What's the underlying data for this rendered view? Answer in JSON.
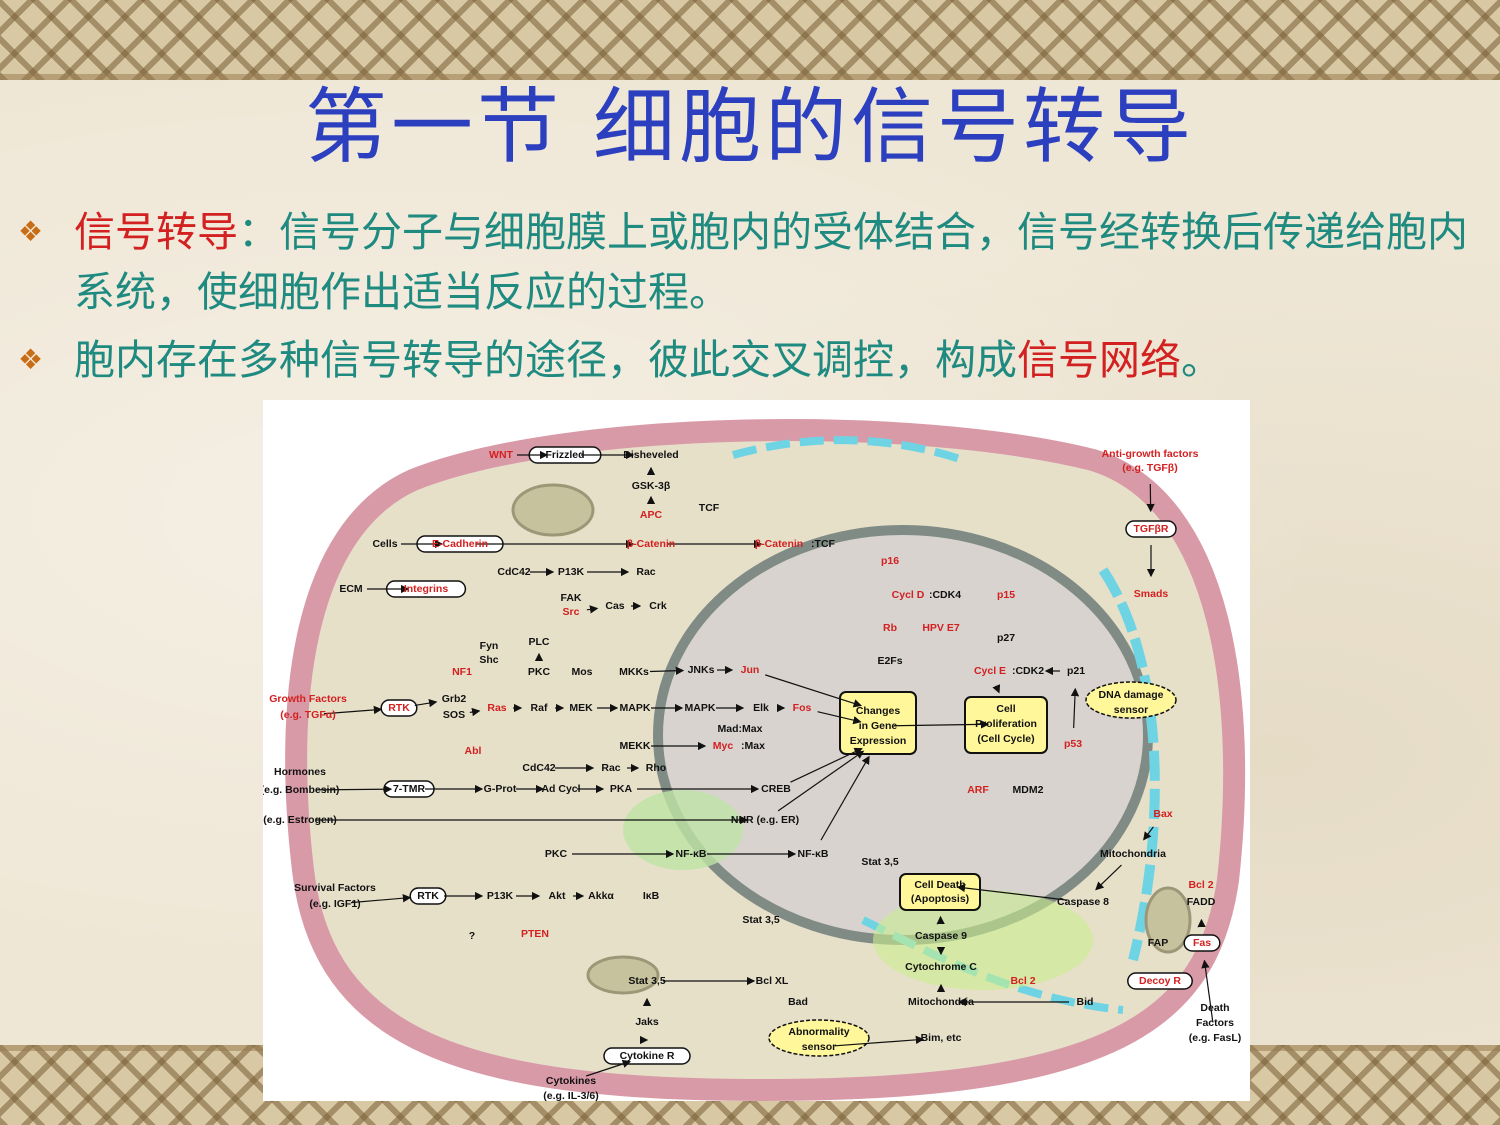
{
  "slide": {
    "title": "第一节  细胞的信号转导",
    "bullet1": {
      "term": "信号转导",
      "rest": "：信号分子与细胞膜上或胞内的受体结合，信号经转换后传递给胞内系统，使细胞作出适当反应的过程。"
    },
    "bullet2": {
      "pre": "胞内存在多种信号转导的途径，彼此交叉调控，构成",
      "highlight": "信号网络",
      "post": "。"
    },
    "bullet_icon": "diamond-bullet-icon"
  },
  "colors": {
    "title": "#2b3fbf",
    "body": "#1f8a80",
    "highlight": "#d32020",
    "bullet": "#c86d15"
  },
  "diagram": {
    "nodes": [
      {
        "id": "wnt",
        "text": "WNT",
        "red": true
      },
      {
        "id": "frizzled",
        "text": "Frizzled",
        "box": "pill"
      },
      {
        "id": "disheveled",
        "text": "Disheveled"
      },
      {
        "id": "gsk3b",
        "text": "GSK-3β"
      },
      {
        "id": "apc",
        "text": "APC",
        "red": true
      },
      {
        "id": "tcf",
        "text": "TCF"
      },
      {
        "id": "cells",
        "text": "Cells"
      },
      {
        "id": "ecadherin",
        "text": "E-Cadherin",
        "red": true,
        "box": "pill"
      },
      {
        "id": "bcatenin",
        "text": "β-Catenin",
        "red": true
      },
      {
        "id": "bcatenintcf_a",
        "text": "β-Catenin",
        "red": true
      },
      {
        "id": "bcatenintcf_b",
        "text": ":TCF"
      },
      {
        "id": "ecm",
        "text": "ECM"
      },
      {
        "id": "integrins",
        "text": "Integrins",
        "red": true,
        "box": "pill"
      },
      {
        "id": "cdc42a",
        "text": "CdC42"
      },
      {
        "id": "p13ka",
        "text": "P13K"
      },
      {
        "id": "raca",
        "text": "Rac"
      },
      {
        "id": "fak",
        "text": "FAK"
      },
      {
        "id": "src",
        "text": "Src",
        "red": true
      },
      {
        "id": "cas",
        "text": "Cas"
      },
      {
        "id": "crk",
        "text": "Crk"
      },
      {
        "id": "fyn",
        "text": "Fyn"
      },
      {
        "id": "shc",
        "text": "Shc"
      },
      {
        "id": "plc",
        "text": "PLC"
      },
      {
        "id": "nf1",
        "text": "NF1",
        "red": true
      },
      {
        "id": "pkca",
        "text": "PKC"
      },
      {
        "id": "mos",
        "text": "Mos"
      },
      {
        "id": "mkks",
        "text": "MKKs"
      },
      {
        "id": "jnks",
        "text": "JNKs"
      },
      {
        "id": "jun",
        "text": "Jun",
        "red": true
      },
      {
        "id": "gf",
        "text": "Growth Factors",
        "red": true
      },
      {
        "id": "gf2",
        "text": "(e.g. TGFα)",
        "red": true
      },
      {
        "id": "rtka",
        "text": "RTK",
        "red": true,
        "box": "pill"
      },
      {
        "id": "grb2",
        "text": "Grb2"
      },
      {
        "id": "sos",
        "text": "SOS"
      },
      {
        "id": "ras",
        "text": "Ras",
        "red": true
      },
      {
        "id": "raf",
        "text": "Raf"
      },
      {
        "id": "mek",
        "text": "MEK"
      },
      {
        "id": "mapk1",
        "text": "MAPK"
      },
      {
        "id": "mapk2",
        "text": "MAPK"
      },
      {
        "id": "elk",
        "text": "Elk"
      },
      {
        "id": "fos",
        "text": "Fos",
        "red": true
      },
      {
        "id": "madmax",
        "text": "Mad:Max"
      },
      {
        "id": "myc",
        "text": "Myc",
        "red": true
      },
      {
        "id": "max",
        "text": ":Max"
      },
      {
        "id": "mekk",
        "text": "MEKK"
      },
      {
        "id": "abl",
        "text": "Abl",
        "red": true
      },
      {
        "id": "cdc42b",
        "text": "CdC42"
      },
      {
        "id": "racb",
        "text": "Rac"
      },
      {
        "id": "rho",
        "text": "Rho"
      },
      {
        "id": "hormones",
        "text": "Hormones"
      },
      {
        "id": "bombesin",
        "text": "(e.g. Bombesin)"
      },
      {
        "id": "tmr",
        "text": "7-TMR",
        "box": "pill"
      },
      {
        "id": "gprot",
        "text": "G-Prot"
      },
      {
        "id": "adcycl",
        "text": "Ad Cycl"
      },
      {
        "id": "pka",
        "text": "PKA"
      },
      {
        "id": "creb",
        "text": "CREB"
      },
      {
        "id": "estrogen",
        "text": "(e.g. Estrogen)"
      },
      {
        "id": "nhr",
        "text": "NHR (e.g. ER)"
      },
      {
        "id": "pkcb",
        "text": "PKC"
      },
      {
        "id": "nfkb1",
        "text": "NF-κB"
      },
      {
        "id": "nfkb2",
        "text": "NF-κB"
      },
      {
        "id": "sf",
        "text": "Survival Factors"
      },
      {
        "id": "igf",
        "text": "(e.g. IGF1)"
      },
      {
        "id": "rtkb",
        "text": "RTK",
        "box": "pill"
      },
      {
        "id": "p13kb",
        "text": "P13K"
      },
      {
        "id": "akt",
        "text": "Akt"
      },
      {
        "id": "akka",
        "text": "Akkα"
      },
      {
        "id": "ikb",
        "text": "IκB"
      },
      {
        "id": "q",
        "text": "?"
      },
      {
        "id": "pten",
        "text": "PTEN",
        "red": true
      },
      {
        "id": "stat35a",
        "text": "Stat 3,5"
      },
      {
        "id": "stat35b",
        "text": "Stat 3,5"
      },
      {
        "id": "stat35c",
        "text": "Stat 3,5"
      },
      {
        "id": "bclxl",
        "text": "Bcl XL"
      },
      {
        "id": "bad",
        "text": "Bad"
      },
      {
        "id": "jaks",
        "text": "Jaks"
      },
      {
        "id": "cytokiner",
        "text": "Cytokine R",
        "box": "pill"
      },
      {
        "id": "cytokines",
        "text": "Cytokines"
      },
      {
        "id": "il36",
        "text": "(e.g. IL-3/6)"
      },
      {
        "id": "changes1",
        "text": "Changes"
      },
      {
        "id": "changes2",
        "text": "in Gene"
      },
      {
        "id": "changes3",
        "text": "Expression"
      },
      {
        "id": "prolif1",
        "text": "Cell"
      },
      {
        "id": "prolif2",
        "text": "Proliferation"
      },
      {
        "id": "prolif3",
        "text": "(Cell Cycle)"
      },
      {
        "id": "death1",
        "text": "Cell Death"
      },
      {
        "id": "death2",
        "text": "(Apoptosis)"
      },
      {
        "id": "p16",
        "text": "p16",
        "red": true
      },
      {
        "id": "cycld",
        "text": "Cycl D",
        "red": true
      },
      {
        "id": "cdk4",
        "text": ":CDK4"
      },
      {
        "id": "p15",
        "text": "p15",
        "red": true
      },
      {
        "id": "rb",
        "text": "Rb",
        "red": true
      },
      {
        "id": "hpv",
        "text": "HPV E7",
        "red": true
      },
      {
        "id": "e2fs",
        "text": "E2Fs"
      },
      {
        "id": "p27",
        "text": "p27"
      },
      {
        "id": "cycle",
        "text": "Cycl E",
        "red": true
      },
      {
        "id": "cdk2",
        "text": ":CDK2"
      },
      {
        "id": "p21",
        "text": "p21"
      },
      {
        "id": "dna1",
        "text": "DNA damage"
      },
      {
        "id": "dna2",
        "text": "sensor"
      },
      {
        "id": "p53",
        "text": "p53",
        "red": true
      },
      {
        "id": "arf",
        "text": "ARF",
        "red": true
      },
      {
        "id": "mdm2",
        "text": "MDM2"
      },
      {
        "id": "antigf",
        "text": "Anti-growth factors",
        "red": true
      },
      {
        "id": "antigf2",
        "text": "(e.g. TGFβ)",
        "red": true
      },
      {
        "id": "tgfbr",
        "text": "TGFβR",
        "red": true,
        "box": "pill"
      },
      {
        "id": "smads",
        "text": "Smads",
        "red": true
      },
      {
        "id": "bax",
        "text": "Bax",
        "red": true
      },
      {
        "id": "mito1",
        "text": "Mitochondria"
      },
      {
        "id": "bcl2a",
        "text": "Bcl 2",
        "red": true
      },
      {
        "id": "fadd",
        "text": "FADD"
      },
      {
        "id": "caspase8",
        "text": "Caspase 8"
      },
      {
        "id": "fap",
        "text": "FAP"
      },
      {
        "id": "fas",
        "text": "Fas",
        "red": true,
        "box": "pill"
      },
      {
        "id": "decoy",
        "text": "Decoy R",
        "red": true,
        "box": "pill"
      },
      {
        "id": "death3",
        "text": "Death"
      },
      {
        "id": "death4",
        "text": "Factors"
      },
      {
        "id": "fasl",
        "text": "(e.g. FasL)"
      },
      {
        "id": "caspase9",
        "text": "Caspase 9"
      },
      {
        "id": "cytc",
        "text": "Cytochrome C"
      },
      {
        "id": "bcl2b",
        "text": "Bcl 2",
        "red": true
      },
      {
        "id": "mito2",
        "text": "Mitochondria"
      },
      {
        "id": "bid",
        "text": "Bid"
      },
      {
        "id": "abn1",
        "text": "Abnormality"
      },
      {
        "id": "abn2",
        "text": "sensor"
      },
      {
        "id": "bim",
        "text": "Bim, etc"
      }
    ]
  }
}
